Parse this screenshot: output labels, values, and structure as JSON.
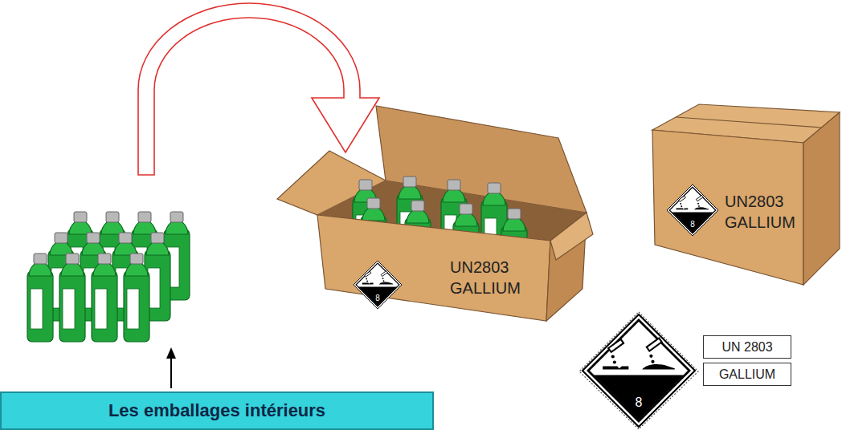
{
  "diagram": {
    "nodes": [
      {
        "text": [
          "Les emballages intérieurs"
        ]
      },
      {
        "text": [
          "UN 2803"
        ]
      },
      {
        "text": [
          "GALLIUM"
        ]
      }
    ],
    "labels": [
      "UN2803",
      "GALLIUM",
      "8",
      "UN2803",
      "GALLIUM",
      "8",
      "8"
    ]
  }
}
